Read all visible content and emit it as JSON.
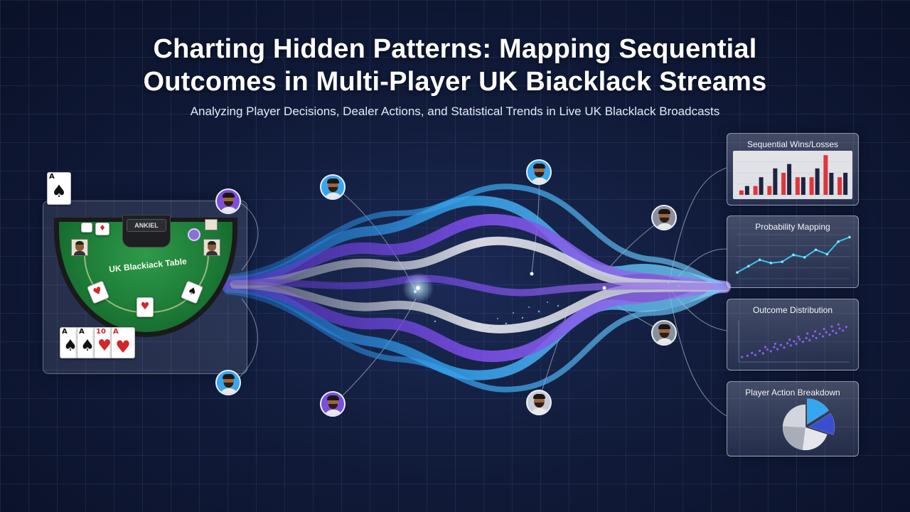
{
  "header": {
    "title_line1": "Charting Hidden Patterns: Mapping Sequential",
    "title_line2": "Outcomes in Multi-Player UK Biacklack Streams",
    "subtitle": "Analyzing Player Decisions, Dealer Actions, and Statistical Trends in Live UK Blacklack Broadcasts"
  },
  "table": {
    "label": "UK Blackiack Table",
    "dealer_tag": "ANKIEL",
    "felt_color": "#1c7a36"
  },
  "cards": [
    {
      "rank": "A",
      "suit": "♠"
    },
    {
      "rank": "A",
      "suit": "♠"
    },
    {
      "rank": "A",
      "suit": "♠"
    },
    {
      "rank": "10",
      "suit": "♥"
    },
    {
      "rank": "A",
      "suit": "♥"
    }
  ],
  "colors": {
    "accent_blue": "#37a6f0",
    "accent_purple": "#7b4ee0",
    "silver": "#c9ccd6",
    "loss_red": "#e0353a",
    "win_dark": "#1c2440"
  },
  "panels": {
    "wins_losses": {
      "title": "Sequential Wins/Losses"
    },
    "probability": {
      "title": "Probability Mapping"
    },
    "distribution": {
      "title": "Outcome Distribution"
    },
    "actions": {
      "title": "Player Action Breakdown"
    }
  },
  "chart_data": [
    {
      "type": "bar",
      "title": "Sequential Wins/Losses",
      "series": [
        {
          "values": [
            2,
            4,
            6,
            7,
            4,
            6,
            5,
            5
          ]
        },
        {
          "values": [
            1,
            2,
            2,
            5,
            4,
            4,
            9,
            4
          ]
        }
      ],
      "ylim": [
        0,
        10
      ]
    },
    {
      "type": "line",
      "title": "Probability Mapping",
      "x": [
        1,
        2,
        3,
        4,
        5,
        6,
        7,
        8,
        9,
        10,
        11
      ],
      "y": [
        1.0,
        2.0,
        3.0,
        2.5,
        2.7,
        3.8,
        3.4,
        4.6,
        3.9,
        5.9,
        6.6
      ],
      "ylim": [
        0,
        7
      ]
    },
    {
      "type": "scatter",
      "title": "Outcome Distribution",
      "xlim": [
        0,
        10
      ],
      "ylim": [
        0,
        10
      ],
      "points": [
        [
          0.3,
          1.2
        ],
        [
          0.8,
          1.5
        ],
        [
          1.2,
          2.2
        ],
        [
          1.5,
          1.7
        ],
        [
          1.9,
          2.7
        ],
        [
          2.2,
          2.1
        ],
        [
          2.6,
          3.0
        ],
        [
          2.9,
          2.6
        ],
        [
          3.2,
          3.6
        ],
        [
          3.5,
          3.1
        ],
        [
          3.8,
          4.1
        ],
        [
          4.1,
          3.5
        ],
        [
          4.4,
          4.5
        ],
        [
          4.7,
          4.0
        ],
        [
          5.0,
          5.0
        ],
        [
          5.2,
          4.4
        ],
        [
          5.5,
          5.5
        ],
        [
          5.8,
          4.9
        ],
        [
          6.1,
          5.8
        ],
        [
          6.4,
          5.3
        ],
        [
          6.7,
          6.3
        ],
        [
          7.0,
          5.8
        ],
        [
          7.3,
          6.8
        ],
        [
          7.6,
          6.2
        ],
        [
          7.9,
          7.2
        ],
        [
          8.2,
          6.6
        ],
        [
          8.5,
          7.5
        ],
        [
          8.8,
          7.0
        ],
        [
          9.1,
          8.1
        ],
        [
          9.4,
          7.6
        ],
        [
          9.7,
          8.5
        ],
        [
          4.6,
          5.4
        ],
        [
          5.4,
          6.1
        ],
        [
          6.2,
          6.9
        ],
        [
          6.9,
          7.4
        ],
        [
          7.7,
          8.0
        ],
        [
          3.3,
          4.4
        ],
        [
          2.4,
          3.6
        ],
        [
          8.4,
          8.6
        ],
        [
          9.0,
          9.1
        ]
      ]
    },
    {
      "type": "pie",
      "title": "Player Action Breakdown",
      "slices": [
        {
          "value": 16,
          "color": "#37a6f0"
        },
        {
          "value": 14,
          "color": "#3a4fd0"
        },
        {
          "value": 22,
          "color": "#e4e6ec"
        },
        {
          "value": 24,
          "color": "#a9adb8"
        },
        {
          "value": 24,
          "color": "#d2d5dd"
        }
      ]
    }
  ]
}
